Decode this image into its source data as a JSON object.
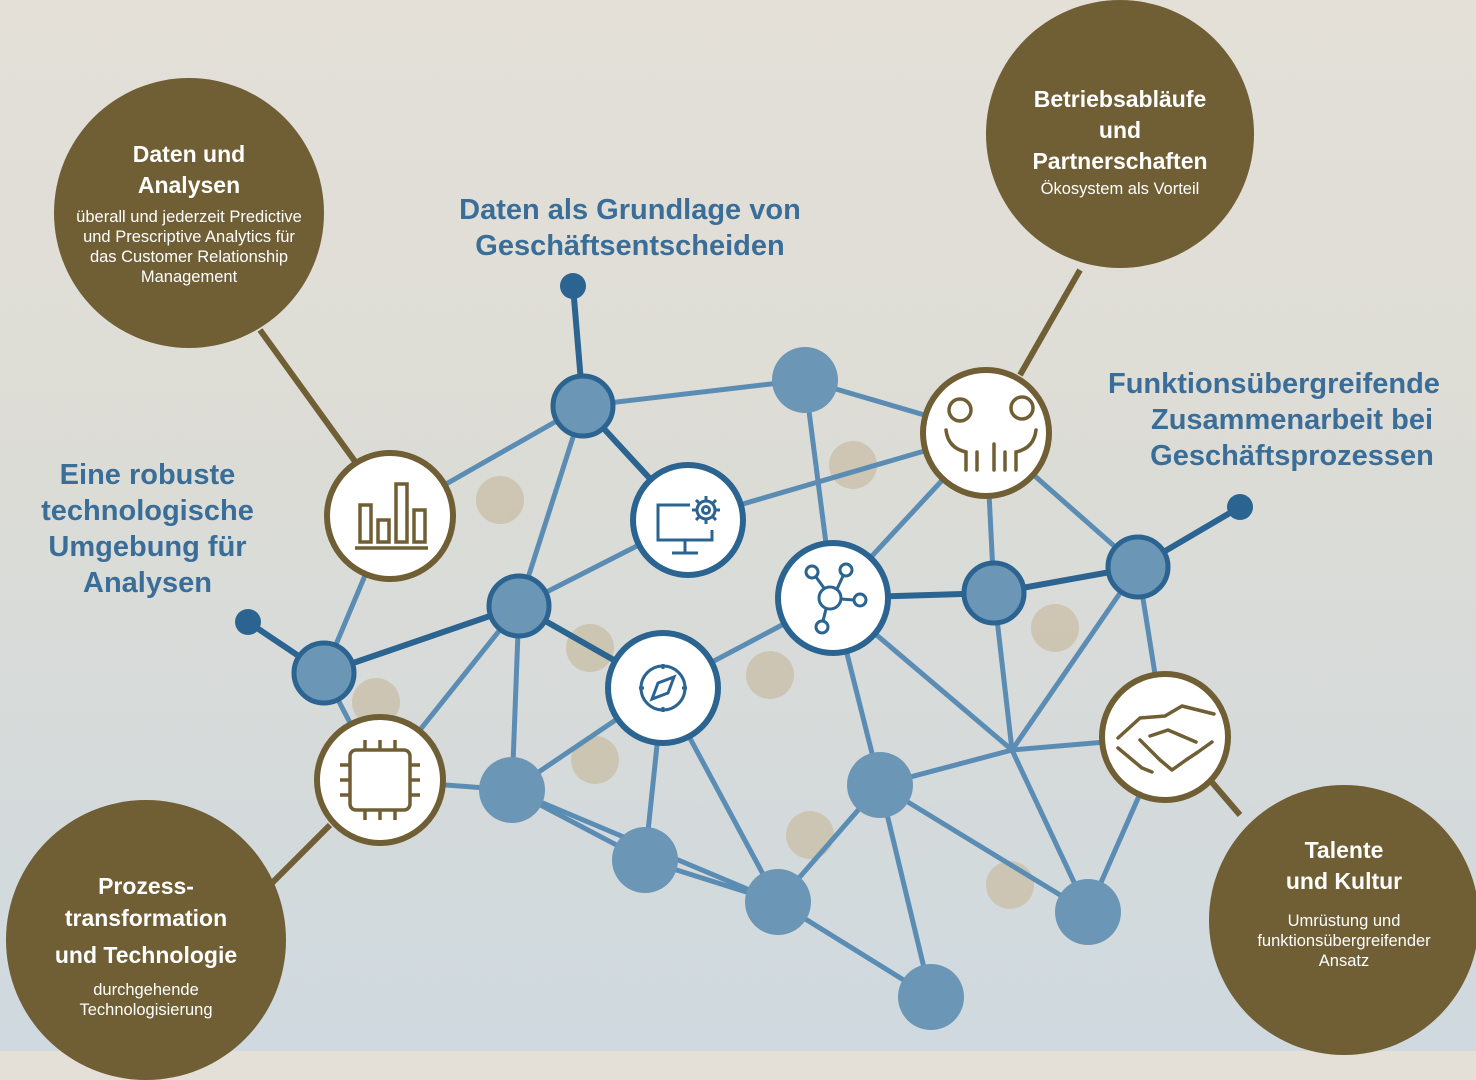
{
  "bubbles": {
    "data": {
      "title": "Daten und Analysen",
      "sub": "überall und jederzeit Predictive und Prescriptive Analytics für das Customer Relationship Management"
    },
    "ops": {
      "title_1": "Betriebsabläufe",
      "title_2": "und",
      "title_3": "Partnerschaften",
      "sub": "Ökosystem als Vorteil"
    },
    "process": {
      "title_1": "Prozess-",
      "title_2": "transformation",
      "title_3": "und Technologie",
      "sub_1": "durchgehende",
      "sub_2": "Technologisierung"
    },
    "talent": {
      "title_1": "Talente",
      "title_2": "und Kultur",
      "sub_1": "Umrüstung und",
      "sub_2": "funktionsübergreifender",
      "sub_3": "Ansatz"
    }
  },
  "labels": {
    "decisions": [
      "Daten als Grundlage von",
      "Geschäftsentscheiden"
    ],
    "environment": [
      "Eine robuste",
      "technologische",
      "Umgebung für",
      "Analysen"
    ],
    "collaboration": [
      "Funktionsübergreifende",
      "Zusammenarbeit bei",
      "Geschäftsprozessen"
    ]
  },
  "colors": {
    "brown": "#705e34",
    "blue_line": "#5b8db4",
    "blue_dark": "#2b6490",
    "blue_node": "#6b96b6",
    "text_blue": "#3a6e98",
    "beige_dot": "#c9bea5"
  },
  "icons": [
    "bar-chart-icon",
    "people-icon",
    "monitor-gear-icon",
    "network-icon",
    "compass-icon",
    "chip-icon",
    "handshake-icon"
  ]
}
